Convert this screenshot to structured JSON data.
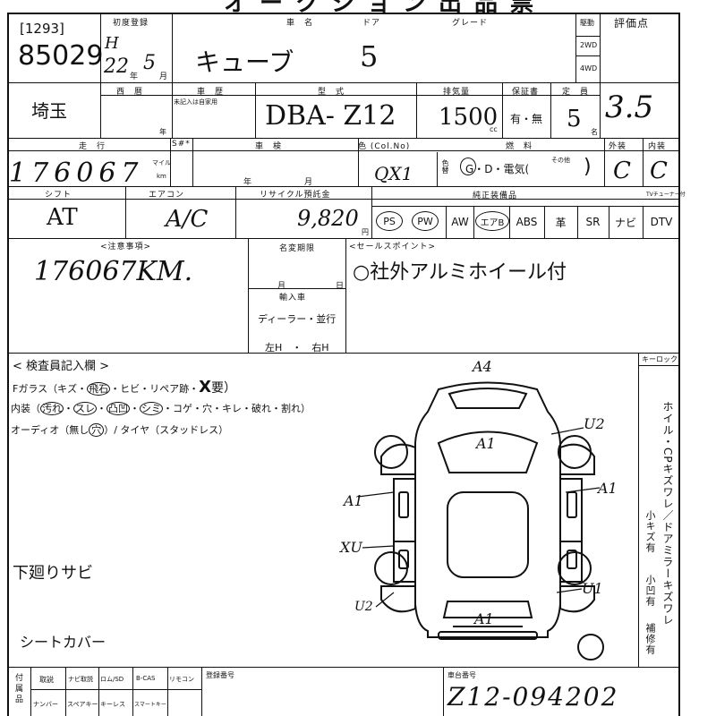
{
  "header": {
    "title": "オークション出品票",
    "lot_number": "[1293]",
    "stock_number": "85029",
    "first_reg_label": "初度登録",
    "era": "H",
    "year": "22",
    "year_unit": "年",
    "month": "5",
    "month_unit": "月",
    "name_label": "車　名",
    "door_label": "ドア",
    "grade_label": "グレード",
    "car_name": "キューブ",
    "doors": "5",
    "drive_label": "駆動",
    "drive_2wd": "2WD",
    "drive_4wd": "4WD",
    "score_label": "評価点",
    "score": "3.5"
  },
  "row2": {
    "region": "埼玉",
    "west_label": "西　暦",
    "year_suffix": "年",
    "history_label": "車　歴",
    "history_note": "未記入は自家用",
    "model_label": "型　式",
    "model": "DBA- Z12",
    "displacement_label": "排気量",
    "displacement": "1500",
    "cc": "cc",
    "warranty_label": "保証書",
    "warranty_value": "有・無",
    "capacity_label": "定　員",
    "capacity": "5",
    "capacity_unit": "名"
  },
  "row3": {
    "mileage_label": "走　行",
    "mileage": "176067",
    "mile_label": "マイル",
    "km_label": "km",
    "sno_label": "S#*",
    "inspection_label": "車　検",
    "year_unit": "年",
    "month_unit": "月",
    "color_label": "色 (Col.No)",
    "color_value": "QX1",
    "color_change_label": "色替",
    "fuel_label": "燃　料",
    "fuel_options": "G・D・電気(",
    "fuel_other": "その他",
    "fuel_close": ")",
    "exterior_label": "外装",
    "interior_label": "内装",
    "exterior": "C",
    "interior": "C"
  },
  "row4": {
    "shift_label": "シフト",
    "shift": "AT",
    "ac_label": "エアコン",
    "ac": "A/C",
    "recycle_label": "リサイクル預託金",
    "recycle": "9,820",
    "yen": "円",
    "genuine_label": "純正装備品",
    "tv_label": "TVチューナー付",
    "options": [
      "PS",
      "PW",
      "AW",
      "エアB",
      "ABS",
      "革",
      "SR",
      "ナビ",
      "DTV"
    ]
  },
  "notes": {
    "caution_label": "<注意事項>",
    "caution_text": "176067KM.",
    "name_expiry_label": "名変期限",
    "month_label": "月",
    "day_label": "日",
    "import_label": "輸入車",
    "dealer_label": "ディーラー・並行",
    "handle_label": "左H　・　右H",
    "sales_label": "<セールスポイント>",
    "sales_text": "○社外アルミホイール付"
  },
  "inspection": {
    "title": "< 検査員記入欄 >",
    "glass_prefix": "Fガラス（キズ・",
    "glass_circ1": "飛石",
    "glass_mid": "・ヒビ・リペア跡・",
    "glass_x": "X",
    "glass_suffix": "要）",
    "interior_prefix": "内装（",
    "interior_circ1": "汚れ",
    "interior_sep1": "・",
    "interior_circ2": "スレ",
    "interior_sep2": "・",
    "interior_circ3": "凸凹",
    "interior_sep3": "・",
    "interior_circ4": "シミ",
    "interior_suffix": "・コゲ・穴・キレ・破れ・割れ）",
    "audio_prefix": "オーディオ（無し",
    "audio_circ": "穴",
    "audio_suffix": "）/ タイヤ（スタッドレス）",
    "note1": "下廻りサビ",
    "note2": "シートカバー",
    "key_lock_label": "キーロック",
    "side_text": "ホイル・CPキズワレ／ドアミラーキズワレ",
    "side_small": "小キズ有",
    "side_small2": "小凹有",
    "side_repair": "補修有"
  },
  "diagram": {
    "mark_a4": "A4",
    "mark_a1_hood": "A1",
    "mark_a1_left": "A1",
    "mark_a1_right": "A1",
    "mark_a1_rear": "A1",
    "mark_u2_top": "U2",
    "mark_xu_left": "XU",
    "mark_u2_bottom": "U2",
    "mark_u1": "U1"
  },
  "footer": {
    "accessories_label": "付属品",
    "items_top": [
      "取説",
      "ナビ取説",
      "ロム/SD",
      "B-CAS",
      "リモコン"
    ],
    "items_bottom": [
      "ナンバー",
      "スペアキー",
      "キーレス",
      "スマートキー"
    ],
    "reg_number_label": "登録番号",
    "chassis_label": "車台番号",
    "chassis_number": "Z12-094202"
  }
}
